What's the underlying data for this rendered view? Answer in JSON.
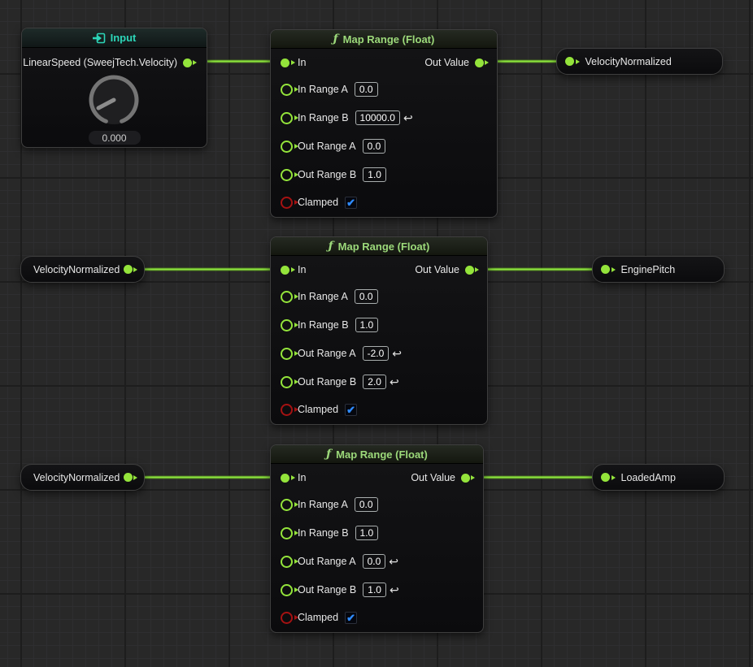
{
  "theme": {
    "canvas-bg": "#282828",
    "grid-minor": "#2e2e30",
    "grid-major": "#1d1d1d",
    "node-bg": "#0e0e10",
    "node-border": "#3e3e3e",
    "wire-green": "#8ce53c",
    "pin-green": "#94e43b",
    "pin-red": "#a51212",
    "title-teal": "#2cd6b8",
    "title-green": "#9cd97a",
    "check-blue": "#2f8bfd",
    "text": "#e8e8e8"
  },
  "graph": {
    "fn_glyph": "ƒ",
    "input_node": {
      "title": "Input",
      "pin_label": "LinearSpeed (SweejTech.Velocity)",
      "value": "0.000"
    },
    "map_ranges": [
      {
        "title": "Map Range (Float)",
        "in_label": "In",
        "out_label": "Out Value",
        "rows": [
          {
            "label": "In Range A",
            "value": "0.0",
            "reset": ""
          },
          {
            "label": "In Range B",
            "value": "10000.0",
            "reset": "↩"
          },
          {
            "label": "Out Range A",
            "value": "0.0",
            "reset": ""
          },
          {
            "label": "Out Range B",
            "value": "1.0",
            "reset": ""
          }
        ],
        "clamped_label": "Clamped",
        "check_glyph": "✔"
      },
      {
        "title": "Map Range (Float)",
        "in_label": "In",
        "out_label": "Out Value",
        "rows": [
          {
            "label": "In Range A",
            "value": "0.0",
            "reset": ""
          },
          {
            "label": "In Range B",
            "value": "1.0",
            "reset": ""
          },
          {
            "label": "Out Range A",
            "value": "-2.0",
            "reset": "↩"
          },
          {
            "label": "Out Range B",
            "value": "2.0",
            "reset": "↩"
          }
        ],
        "clamped_label": "Clamped",
        "check_glyph": "✔"
      },
      {
        "title": "Map Range (Float)",
        "in_label": "In",
        "out_label": "Out Value",
        "rows": [
          {
            "label": "In Range A",
            "value": "0.0",
            "reset": ""
          },
          {
            "label": "In Range B",
            "value": "1.0",
            "reset": ""
          },
          {
            "label": "Out Range A",
            "value": "0.0",
            "reset": "↩"
          },
          {
            "label": "Out Range B",
            "value": "1.0",
            "reset": "↩"
          }
        ],
        "clamped_label": "Clamped",
        "check_glyph": "✔"
      }
    ],
    "pills_left": [
      {
        "label": "VelocityNormalized"
      },
      {
        "label": "VelocityNormalized"
      }
    ],
    "pills_right": [
      {
        "label": "VelocityNormalized"
      },
      {
        "label": "EnginePitch"
      },
      {
        "label": "LoadedAmp"
      }
    ]
  }
}
